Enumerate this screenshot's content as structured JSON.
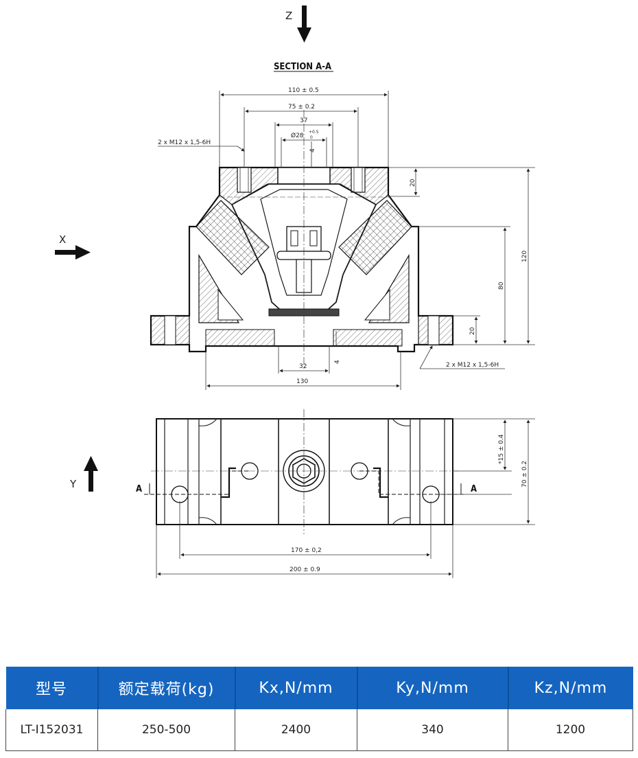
{
  "drawing": {
    "axis_z": "Z",
    "axis_x": "X",
    "axis_y": "Y",
    "section_title": "SECTION A-A",
    "section_mark_left": "A",
    "section_mark_right": "A",
    "dims": {
      "d110": "110 ± 0.5",
      "d75": "75 ± 0.2",
      "d37": "37",
      "d28": "Ø28",
      "d28_tol_upper": "+0.5",
      "d28_tol_lower": "0",
      "d4_top": "4",
      "thread_top": "2 x M12 x 1,5-6H",
      "thread_bottom": "2 x M12 x 1,5-6H",
      "d20_top": "20",
      "d120": "120",
      "d80": "80",
      "d20_bottom": "20",
      "d32": "32",
      "d4_bottom": "4",
      "d130": "130",
      "d15": "*15 ± 0.4",
      "d70": "70 ± 0.2",
      "d170": "170 ± 0,2",
      "d200": "200 ± 0.9"
    }
  },
  "table": {
    "headers": [
      "型号",
      "额定载荷(kg)",
      "Kx,N/mm",
      "Ky,N/mm",
      "Kz,N/mm"
    ],
    "rows": [
      [
        "LT-I152031",
        "250-500",
        "2400",
        "340",
        "1200"
      ]
    ]
  },
  "colors": {
    "header_bg": "#1565c0",
    "header_text": "#ffffff"
  }
}
